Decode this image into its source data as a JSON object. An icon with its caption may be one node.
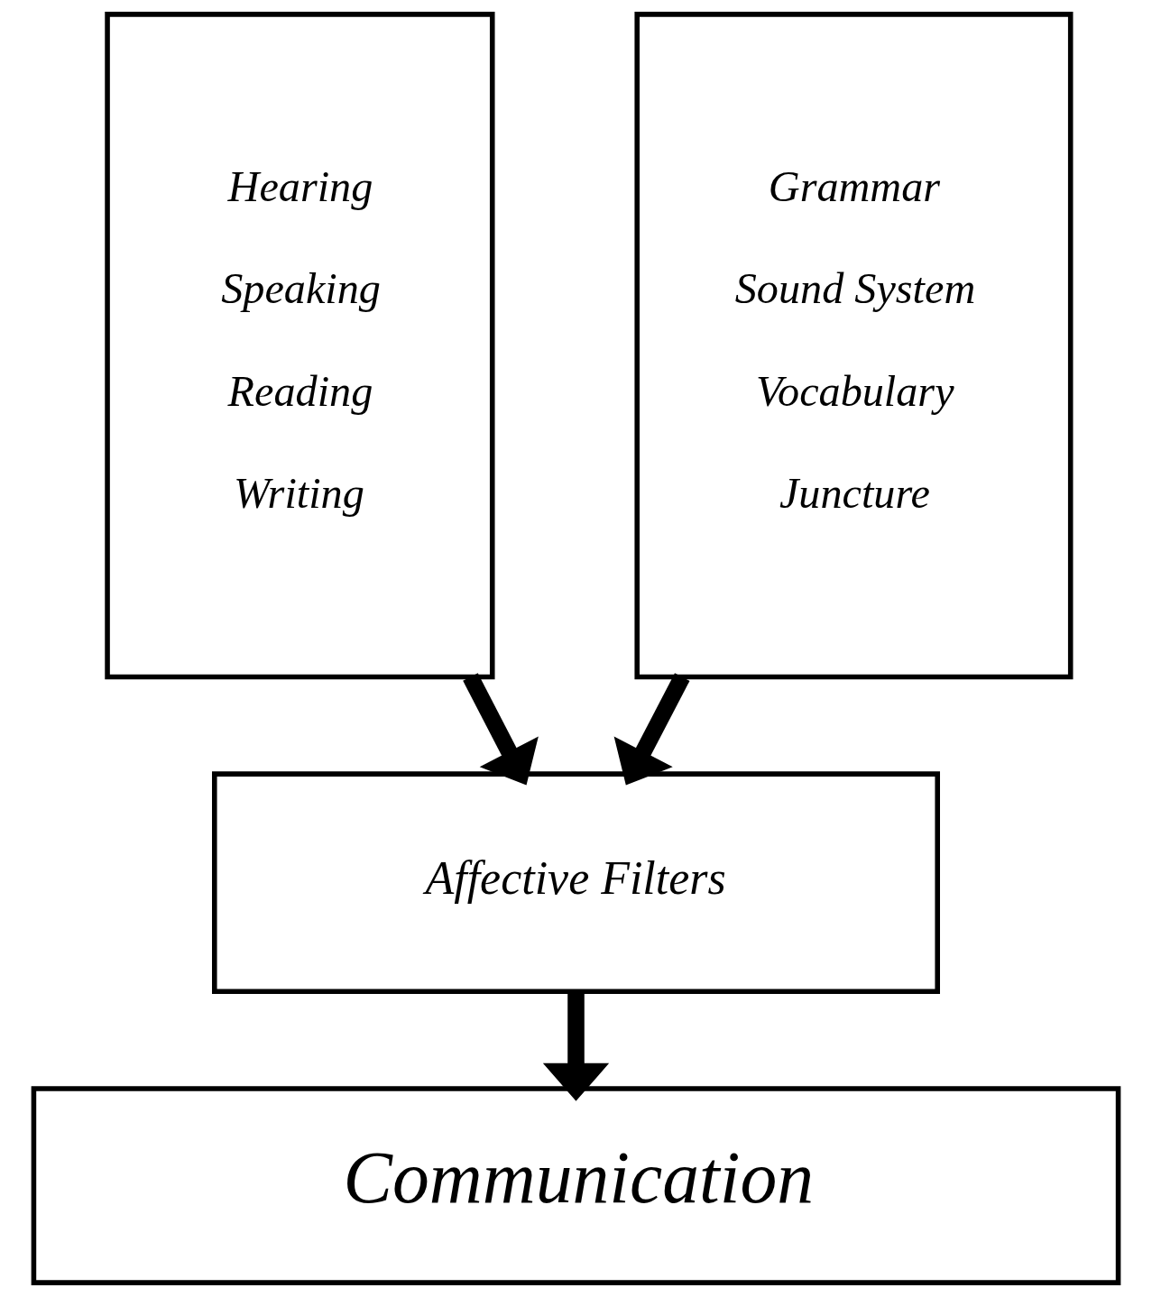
{
  "diagram": {
    "nodes": [
      {
        "text": [
          "Hearing",
          "Speaking",
          "Reading",
          "Writing"
        ]
      },
      {
        "text": [
          "Grammar",
          "Sound System",
          "Vocabulary",
          "Juncture"
        ]
      },
      {
        "text": [
          "Affective Filters"
        ]
      },
      {
        "text": [
          "Communication"
        ]
      }
    ],
    "edges": [
      {
        "from": 0,
        "to": 2,
        "arrow": "to"
      },
      {
        "from": 1,
        "to": 2,
        "arrow": "to"
      },
      {
        "from": 2,
        "to": 3,
        "arrow": "to"
      }
    ]
  }
}
